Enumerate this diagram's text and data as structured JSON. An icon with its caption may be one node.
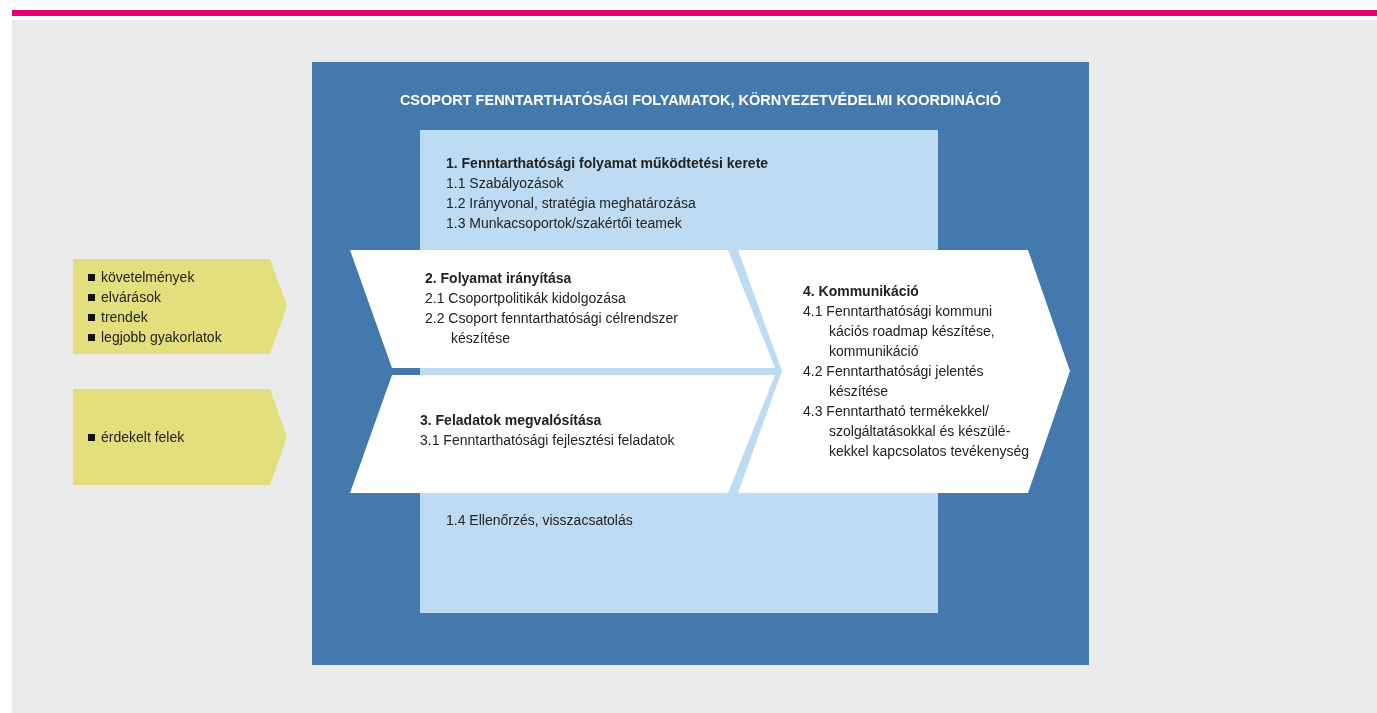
{
  "diagram": {
    "nodes": [
      {
        "text": [
          "CSOPORT FENNTARTHATÓSÁGI FOLYAMATOK, KÖRNYEZETVÉDELMI KOORDINÁCIÓ"
        ]
      },
      {
        "text": [
          "1. Fenntarthatósági folyamat működtetési kerete",
          "1.1 Szabályozások",
          "1.2 Irányvonal, stratégia meghatározása",
          "1.3 Munkacsoportok/szakértői teamek",
          "1.4 Ellenőrzés, visszacsatolás"
        ],
        "in": 0
      },
      {
        "text": [
          "2. Folyamat irányítása",
          "2.1 Csoportpolitikák kidolgozása",
          "2.2 Csoport fenntarthatósági célrendszer készítése"
        ],
        "in": 0
      },
      {
        "text": [
          "3. Feladatok megvalósítása",
          "3.1 Fenntarthatósági fejlesztési feladatok"
        ],
        "in": 0
      },
      {
        "text": [
          "4. Kommunikáció",
          "4.1 Fenntarthatósági kommuni kációs roadmap készítése, kommunikáció",
          "4.2 Fenntarthatósági jelentés készítése",
          "4.3 Fenntartható termékekkel/ szolgáltatásokkal és készülé- kekkel kapcsolatos tevékenység"
        ],
        "in": 0
      },
      {
        "text": [
          "követelmények",
          "elvárások",
          "trendek",
          "legjobb gyakorlatok"
        ]
      },
      {
        "text": [
          "érdekelt felek"
        ]
      }
    ]
  }
}
